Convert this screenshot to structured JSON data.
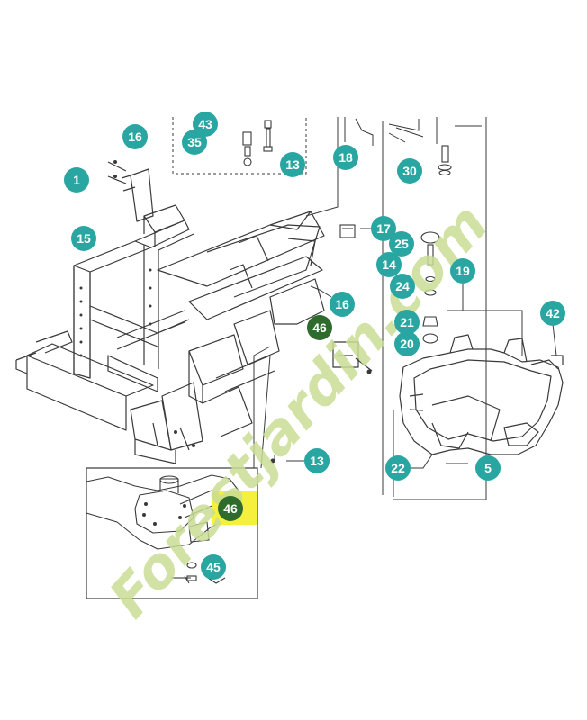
{
  "colors": {
    "callout": "#2aa6a2",
    "callout_dark": "#2e6b2d",
    "highlight": "#f5f03c",
    "line": "#3a3a3a",
    "watermark_green": "#c9dd95",
    "watermark_tan": "#d9cdb8"
  },
  "watermark": {
    "text": "Forestjardin.com"
  },
  "callouts": [
    {
      "id": "c1",
      "label": "1"
    },
    {
      "id": "c5",
      "label": "5"
    },
    {
      "id": "c13a",
      "label": "13"
    },
    {
      "id": "c13b",
      "label": "13"
    },
    {
      "id": "c14",
      "label": "14"
    },
    {
      "id": "c15",
      "label": "15"
    },
    {
      "id": "c16a",
      "label": "16"
    },
    {
      "id": "c16b",
      "label": "16"
    },
    {
      "id": "c17",
      "label": "17"
    },
    {
      "id": "c18",
      "label": "18"
    },
    {
      "id": "c19",
      "label": "19"
    },
    {
      "id": "c20",
      "label": "20"
    },
    {
      "id": "c21",
      "label": "21"
    },
    {
      "id": "c22",
      "label": "22"
    },
    {
      "id": "c24",
      "label": "24"
    },
    {
      "id": "c25",
      "label": "25"
    },
    {
      "id": "c30",
      "label": "30"
    },
    {
      "id": "c35",
      "label": "35"
    },
    {
      "id": "c42",
      "label": "42"
    },
    {
      "id": "c43",
      "label": "43"
    },
    {
      "id": "c45",
      "label": "45"
    },
    {
      "id": "c46a",
      "label": "46"
    },
    {
      "id": "c46b",
      "label": "46"
    }
  ]
}
